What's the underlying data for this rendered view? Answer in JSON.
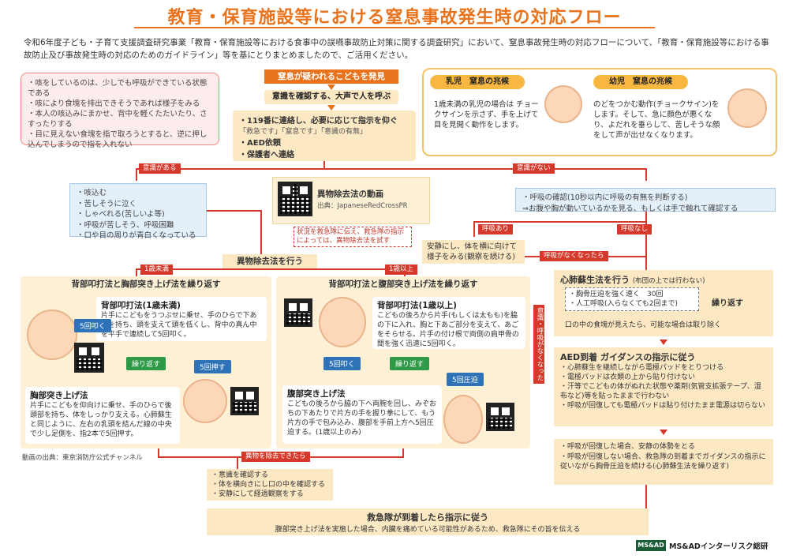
{
  "title": "教育・保育施設等における窒息事故発生時の対応フロー",
  "intro": "令和6年度子ども・子育て支援調査研究事業「教育・保育施設等における食事中の誤嚥事故防止対策に関する調査研究」において、窒息事故発生時の対応フローについて、「教育・保育施設等における事故防止及び事故発生時の対応のためのガイドライン」等を基にとりまとめましたので、ご活用ください。",
  "pink_note": [
    "・咳をしているのは、少しでも呼吸ができている状態である",
    "・咳により食塊を排出できそうであれば様子をみる",
    "・本人の咳込みにまかせ、背中を軽くたたいたり、さすったりする",
    "・目に見えない食塊を指で取ろうとすると、逆に押し込んでしまうので指を入れない"
  ],
  "step1": "窒息が疑われるこどもを発見",
  "step2": "意識を確認する、大声で人を呼ぶ",
  "step3": {
    "line1": "・119番に連絡し、必要に応じて指示を仰ぐ",
    "line2": "「救急です」「窒息です」「意識の有無」",
    "line3": "・AED依頼",
    "line4": "・保護者へ連絡"
  },
  "signs": {
    "infant_title": "乳児　窒息の兆候",
    "infant_text": "1歳未満の乳児の場合は チョークサインを示さず、手を上げて目を見開く動作をします。",
    "child_title": "幼児　窒息の兆候",
    "child_text": "のどをつかむ動作(チョークサイン)をします。そして、急に顔色が悪くなり、よだれを垂らして、苦しそうな顔をして声が出せなくなります。"
  },
  "labels": {
    "breath_yes": "意識がある",
    "breath_no": "意識がない",
    "resp_yes": "呼吸あり",
    "resp_no": "呼吸なし",
    "resp_stopped": "呼吸がなくなったら",
    "under1": "1歳未満",
    "over1": "1歳以上",
    "removed": "異物を除去できたら",
    "vertical": "意識・呼吸がなくなったら"
  },
  "conscious_list": [
    "・咳込む",
    "・苦しそうに泣く",
    "・しゃべれる(苦しいよ等)",
    "・呼吸が苦しそう、呼吸困難",
    "・口や目の周りが青白くなっている"
  ],
  "video": {
    "title": "異物除去法の動画",
    "source": "出典：JapaneseRedCrossPR"
  },
  "ems_note": "状況を救急隊に伝え、救急隊の指示によっては、異物除去法を試す",
  "removal_header": "異物除去法を行う",
  "resp_check": [
    "・呼吸の確認(10秒以内に呼吸の有無を判断する)",
    "⇒お腹や胸が動いているかを見る、もしくは手で触れて確認する"
  ],
  "recovery": [
    "安静にし、体を横に向けて",
    "様子をみる(観察を続ける)"
  ],
  "left_panel": {
    "header": "背部叩打法と胸部突き上げ法を繰り返す",
    "back_title": "背部叩打法(1歳未満)",
    "back_text": "片手にこどもをうつぶせに乗せ、手のひらで下あごを持ち、頭を支えて頭を低くし、背中の真ん中を平手で連続して5回叩く。",
    "chest_title": "胸部突き上げ法",
    "chest_text": "片手にこどもを仰向けに乗せ、手のひらで後頭部を持ち、体をしっかり支える。心肺蘇生と同じように、左右の乳頭を結んだ線の中央で少し足側を、指2本で5回押す。",
    "tag_5hit": "5回叩く",
    "tag_repeat": "繰り返す",
    "tag_5push": "5回押す",
    "source": "動画の出典：東京消防庁公式チャンネル"
  },
  "right_panel": {
    "header": "背部叩打法と腹部突き上げ法を繰り返す",
    "back_title": "背部叩打法(1歳以上)",
    "back_text": "こどもの後ろから片手(もしくは太もも)を脇の下に入れ、胸と下あご部分を支えて、あごをそらせる。片手の付け根で両側の肩甲骨の間を強く迅速に5回叩く。",
    "abd_title": "腹部突き上げ法",
    "abd_text": "こどもの後ろから脇の下へ両腕を回し、みぞおちの下あたりで片方の手を握り拳にして、もう片方の手で包み込み、腹部を手前上方へ5回圧迫する。(1歳以上のみ)",
    "tag_5hit": "5回叩く",
    "tag_repeat": "繰り返す",
    "tag_5press": "5回圧迫"
  },
  "cpr": {
    "title": "心肺蘇生法を行う",
    "note": "(布団の上では行わない)",
    "item1": "・胸骨圧迫を強く速く　30回",
    "item2": "・人工呼吸(入らなくても2回まで)",
    "repeat": "繰り返す",
    "food": "口の中の食塊が見えたら、可能な場合は取り除く"
  },
  "aed": {
    "title": "AED到着 ガイダンスの指示に従う",
    "items": [
      "・心肺蘇生を継続しながら電極パッドをとりつける",
      "・電極パッドは衣類の上から貼り付けない",
      "・汗等でこどもの体がぬれた状態や薬剤(気管支拡張テープ、湿布など)等を貼ったままで行わない",
      "・呼吸が回復しても電極パッドは貼り付けたまま電源は切らない"
    ]
  },
  "recover_box": [
    "・呼吸が回復した場合、安静の体勢をとる",
    "・呼吸が回復しない場合、救急隊の到着までガイダンスの指示に従いながら胸骨圧迫を続ける(心肺蘇生法を繰り返す)"
  ],
  "after_removed": [
    "・意識を確認する",
    "・体を横向きにし口の中を確認する",
    "・安静にして経過観察をする"
  ],
  "final": {
    "title": "救急隊が到着したら指示に従う",
    "text": "腹部突き上げ法を実施した場合、内臓を痛めている可能性があるため、救急隊にその旨を伝える"
  },
  "logo": "MS&ADインターリスク総研",
  "logo_mark": "MS&AD"
}
